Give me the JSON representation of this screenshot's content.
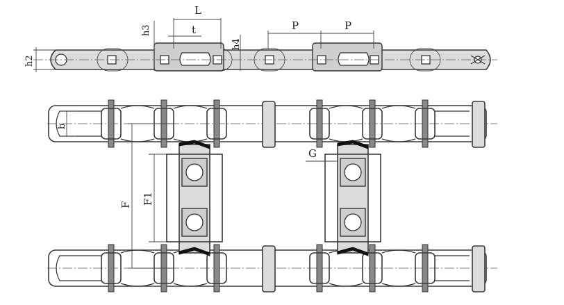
{
  "labels": {
    "L": "L",
    "t": "t",
    "h3": "h3",
    "h4": "h4",
    "h2": "h2",
    "P1": "P",
    "P2": "P",
    "b": "b",
    "G": "G",
    "F": "F",
    "F1": "F1"
  },
  "colors": {
    "stroke": "#333333",
    "fill": "#dcdcdc",
    "attachment": "#111111"
  }
}
